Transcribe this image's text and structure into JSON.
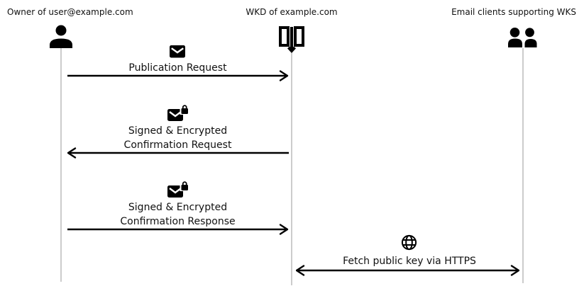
{
  "diagram": {
    "type": "sequence-diagram",
    "actors": [
      {
        "id": "owner",
        "label": "Owner of user@example.com",
        "icon": "person-icon"
      },
      {
        "id": "wkd",
        "label": "WKD of example.com",
        "icon": "open-book-icon"
      },
      {
        "id": "clients",
        "label": "Email clients supporting WKS",
        "icon": "people-icon"
      }
    ],
    "messages": [
      {
        "from": "owner",
        "to": "wkd",
        "direction": "right",
        "icon": "mail-icon",
        "lines": [
          "Publication Request"
        ]
      },
      {
        "from": "wkd",
        "to": "owner",
        "direction": "left",
        "icon": "mail-lock-icon",
        "lines": [
          "Signed & Encrypted",
          "Confirmation Request"
        ]
      },
      {
        "from": "owner",
        "to": "wkd",
        "direction": "right",
        "icon": "mail-lock-icon",
        "lines": [
          "Signed & Encrypted",
          "Confirmation Response"
        ]
      },
      {
        "from": "wkd",
        "to": "clients",
        "direction": "both",
        "icon": "globe-icon",
        "lines": [
          "Fetch public key via HTTPS"
        ]
      }
    ],
    "colors": {
      "foreground": "#000000",
      "lifeline": "#cccccc",
      "text": "#111111",
      "background": "#ffffff"
    }
  }
}
